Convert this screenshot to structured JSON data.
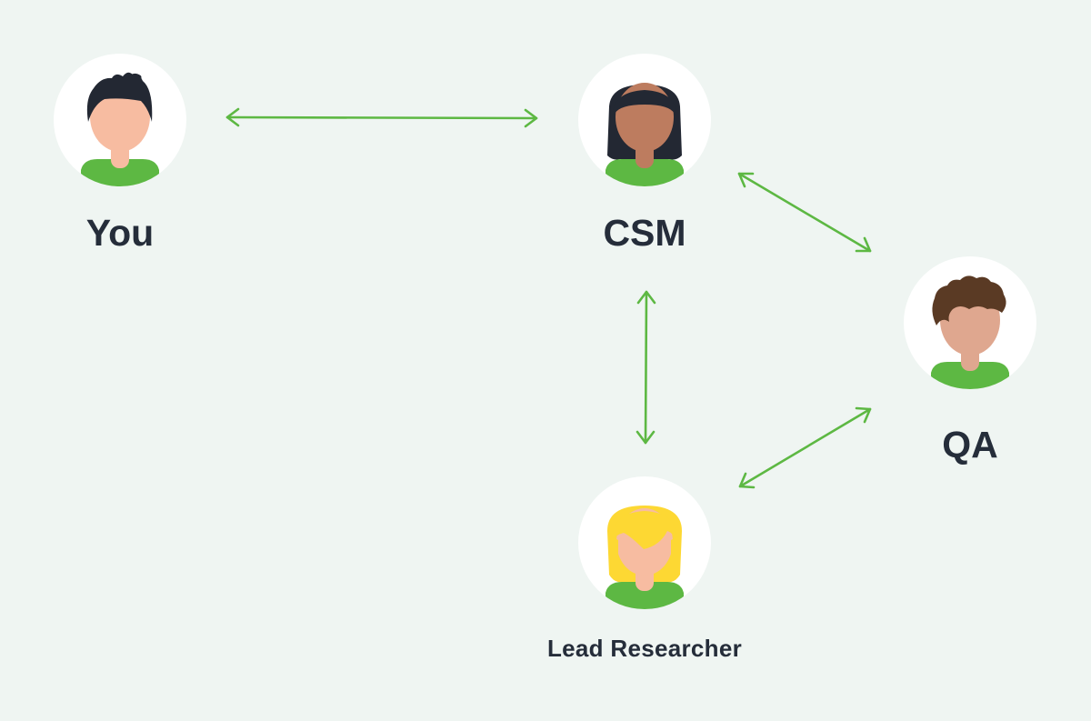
{
  "nodes": {
    "you": {
      "label": "You",
      "icon": "person-short-dark-hair-icon",
      "hair": "#232833",
      "skin": "#f7bca1"
    },
    "csm": {
      "label": "CSM",
      "icon": "person-long-dark-hair-icon",
      "hair": "#232833",
      "skin": "#bd7c5f"
    },
    "qa": {
      "label": "QA",
      "icon": "person-curly-brown-hair-icon",
      "hair": "#5a3a24",
      "skin": "#dfa78f"
    },
    "lead_researcher": {
      "label": "Lead Researcher",
      "icon": "person-blonde-hair-icon",
      "hair": "#fdd833",
      "skin": "#f7bca1"
    }
  },
  "connections": [
    {
      "from": "You",
      "to": "CSM",
      "arrows": "both"
    },
    {
      "from": "CSM",
      "to": "QA",
      "arrows": "both"
    },
    {
      "from": "CSM",
      "to": "Lead Researcher",
      "arrows": "both"
    },
    {
      "from": "Lead Researcher",
      "to": "QA",
      "arrows": "both"
    }
  ],
  "colors": {
    "background": "#eff5f2",
    "arrow": "#5db843",
    "shirt": "#5db843",
    "avatar_bg": "#ffffff",
    "label_text": "#252d3a"
  }
}
